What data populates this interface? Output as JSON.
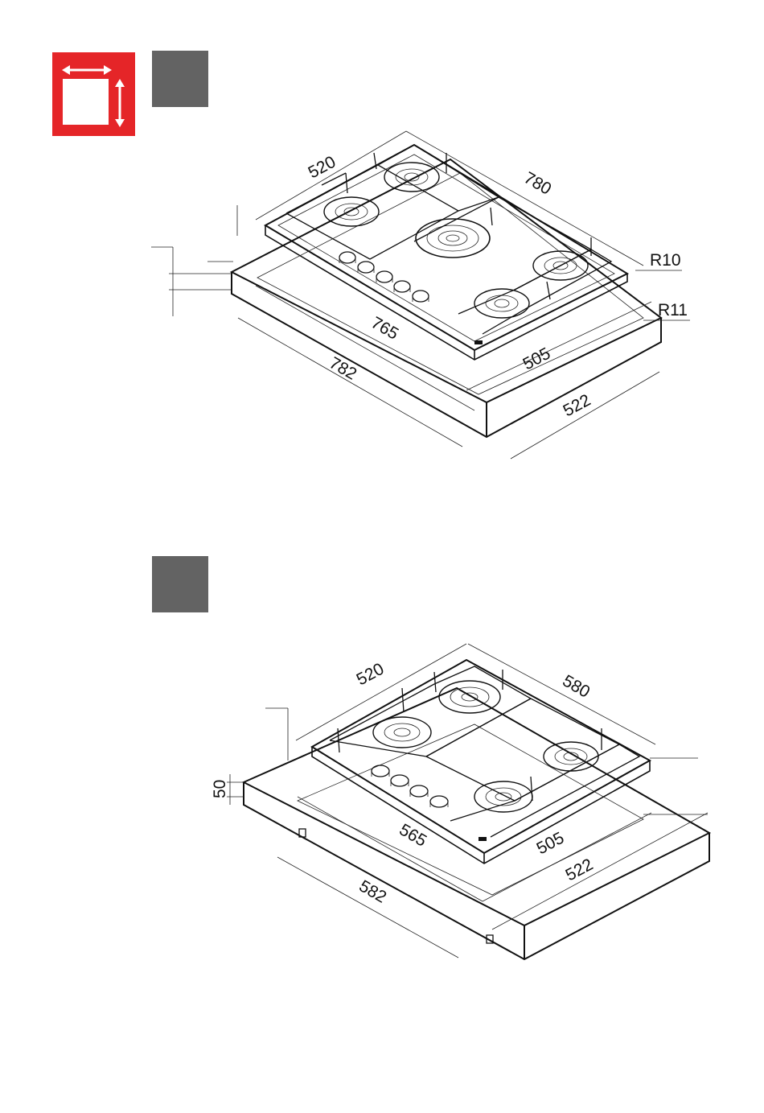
{
  "legend_icon": {
    "name": "dimensions-icon",
    "color": "#e52528"
  },
  "marker_color": "#636363",
  "hob_five_burner": {
    "depth": "520",
    "width": "780",
    "cutout_width": "765",
    "outer_width": "782",
    "cutout_depth": "505",
    "outer_depth": "522",
    "radius_top": "R10",
    "radius_cutout": "R11"
  },
  "hob_four_burner": {
    "depth": "520",
    "width": "580",
    "cutout_width": "565",
    "outer_width": "582",
    "cutout_depth": "505",
    "outer_depth": "522",
    "height": "50"
  }
}
